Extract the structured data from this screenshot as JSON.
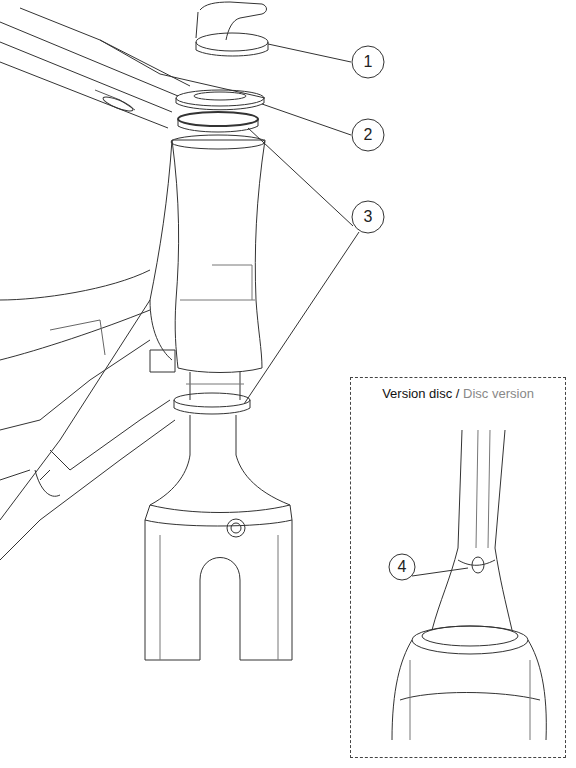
{
  "diagram": {
    "nodes": [
      {
        "text": [
          "1"
        ]
      },
      {
        "text": [
          "2"
        ]
      },
      {
        "text": [
          "3"
        ]
      },
      {
        "text": [
          "Version disc /",
          "Disc version"
        ]
      },
      {
        "text": [
          "4"
        ],
        "in": 3
      }
    ]
  }
}
